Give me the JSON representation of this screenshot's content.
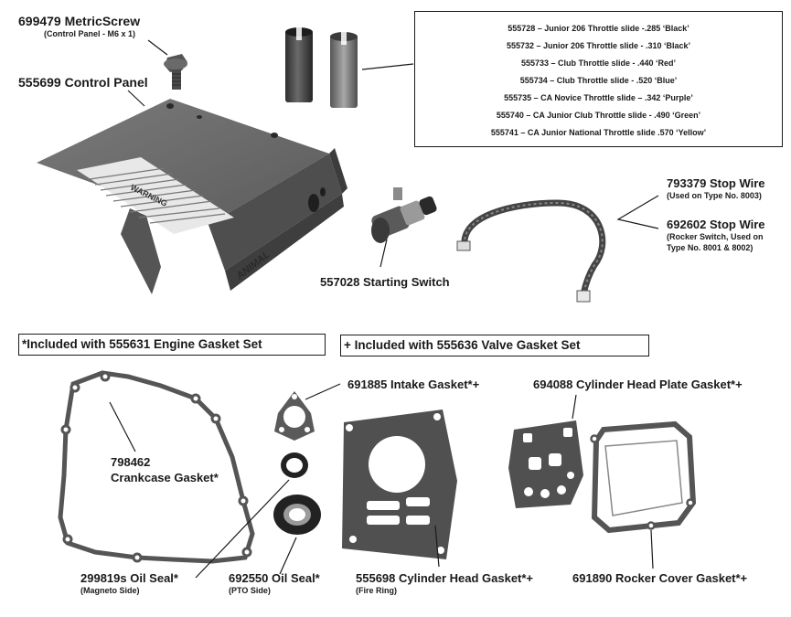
{
  "parts": {
    "metric_screw": {
      "label": "699479 MetricScrew",
      "note": "(Control Panel - M6 x 1)"
    },
    "control_panel": {
      "label": "555699 Control Panel",
      "warning_text": "WARNING",
      "brand_text": "ANIMAL"
    },
    "starting_switch": {
      "label": "557028 Starting Switch"
    },
    "stop_wire_1": {
      "label": "793379 Stop Wire",
      "note": "(Used on Type No. 8003)"
    },
    "stop_wire_2": {
      "label": "692602 Stop Wire",
      "note1": "(Rocker Switch, Used on",
      "note2": "Type No. 8001 & 8002)"
    },
    "crankcase_gasket": {
      "label1": "798462",
      "label2": "Crankcase Gasket*"
    },
    "intake_gasket": {
      "label": "691885 Intake Gasket*+"
    },
    "cylinder_head_plate_gasket": {
      "label": "694088 Cylinder Head Plate Gasket*+"
    },
    "oil_seal_magneto": {
      "label": "299819s Oil Seal*",
      "note": "(Magneto Side)"
    },
    "oil_seal_pto": {
      "label": "692550 Oil Seal*",
      "note": "(PTO Side)"
    },
    "cylinder_head_gasket": {
      "label": "555698 Cylinder Head Gasket*+",
      "note": "(Fire Ring)"
    },
    "rocker_cover_gasket": {
      "label": "691890 Rocker Cover Gasket*+"
    }
  },
  "throttle_slides": [
    "555728 – Junior 206 Throttle slide -.285 ‘Black’",
    "555732 – Junior 206 Throttle slide - .310 ‘Black’",
    "555733 – Club Throttle slide - .440 ‘Red’",
    "555734 – Club Throttle slide - .520 ‘Blue’",
    "555735 – CA Novice Throttle slide – .342 ‘Purple’",
    "555740 – CA Junior Club Throttle slide - .490 ‘Green’",
    "555741 – CA Junior National Throttle slide .570 ‘Yellow’"
  ],
  "gasket_sets": {
    "engine": "*Included with 555631 Engine Gasket Set",
    "valve": "+ Included with 555636 Valve Gasket Set"
  },
  "colors": {
    "panel": "#6f6f6f",
    "panel_dark": "#4f4f4f",
    "gasket": "#595959",
    "line": "#1a1a1a"
  }
}
